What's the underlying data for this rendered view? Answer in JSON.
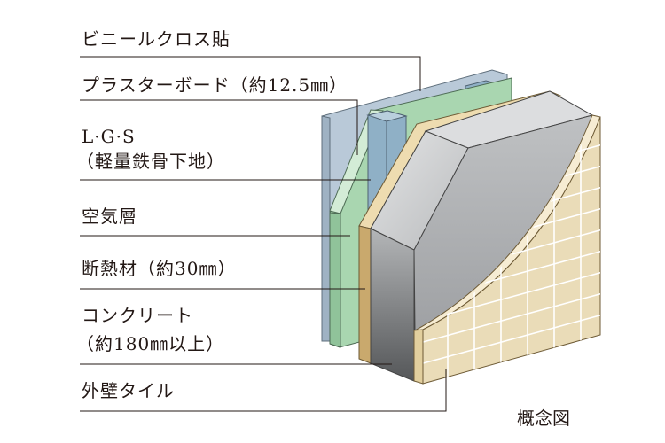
{
  "labels": {
    "vinyl": "ビニールクロス貼",
    "plasterboard": "プラスターボード（約12.5㎜）",
    "lgs": "L·G·S",
    "lgs_sub": "（軽量鉄骨下地）",
    "air": "空気層",
    "insulation": "断熱材（約30㎜）",
    "concrete": "コンクリート",
    "concrete_sub": "（約180㎜以上）",
    "tile": "外壁タイル"
  },
  "caption": "概念図",
  "colors": {
    "board_blue": "#b9c9d8",
    "board_green": "#a9d6b0",
    "stud": "#8fb0c6",
    "insulation": "#d8c08f",
    "concrete": "#a7a9ac",
    "tile": "#eadcb8"
  }
}
